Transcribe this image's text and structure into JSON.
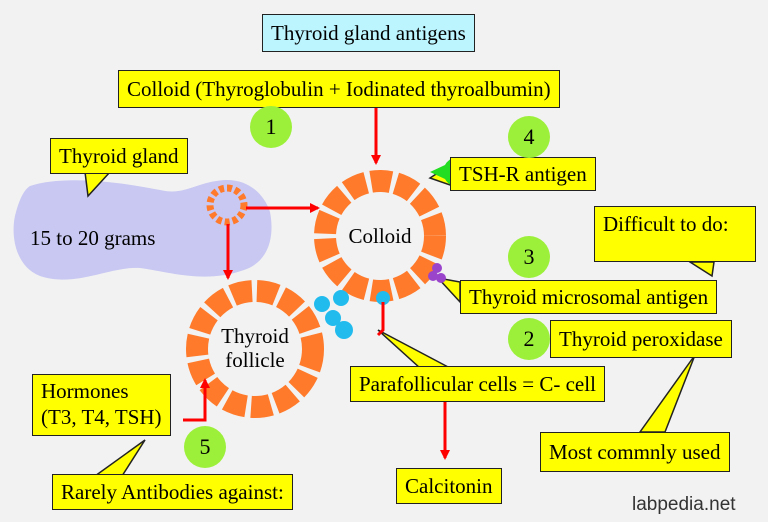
{
  "title": "Thyroid gland antigens",
  "labels": {
    "colloid_composition": "Colloid (Thyroglobulin + Iodinated  thyroalbumin)",
    "thyroid_gland": "Thyroid gland",
    "gland_weight": "15 to 20 grams",
    "colloid": "Colloid",
    "thyroid_follicle": "Thyroid\nfollicle",
    "tsh_r": "TSH-R antigen",
    "difficult": "Difficult to do:",
    "microsomal": "Thyroid microsomal antigen",
    "peroxidase": "Thyroid peroxidase",
    "parafollicular": "Parafollicular cells = C- cell",
    "hormones": "Hormones\n(T3, T4, TSH)",
    "most_used": "Most commnly used",
    "rarely": "Rarely Antibodies against:",
    "calcitonin": "Calcitonin",
    "website": "labpedia.net"
  },
  "numbers": {
    "n1": "1",
    "n2": "2",
    "n3": "3",
    "n4": "4",
    "n5": "5"
  },
  "colors": {
    "gland": "#c8c8f2",
    "ring": "#ff7a2a",
    "arrow": "#ff0000",
    "callout": "#ffff00",
    "title_bg": "#bdf5ff",
    "number_circle": "#9cf03a",
    "tsh_r": "#22dd22",
    "microsomal": "#9a44cc",
    "parafollicular_cells": "#22bbee"
  }
}
